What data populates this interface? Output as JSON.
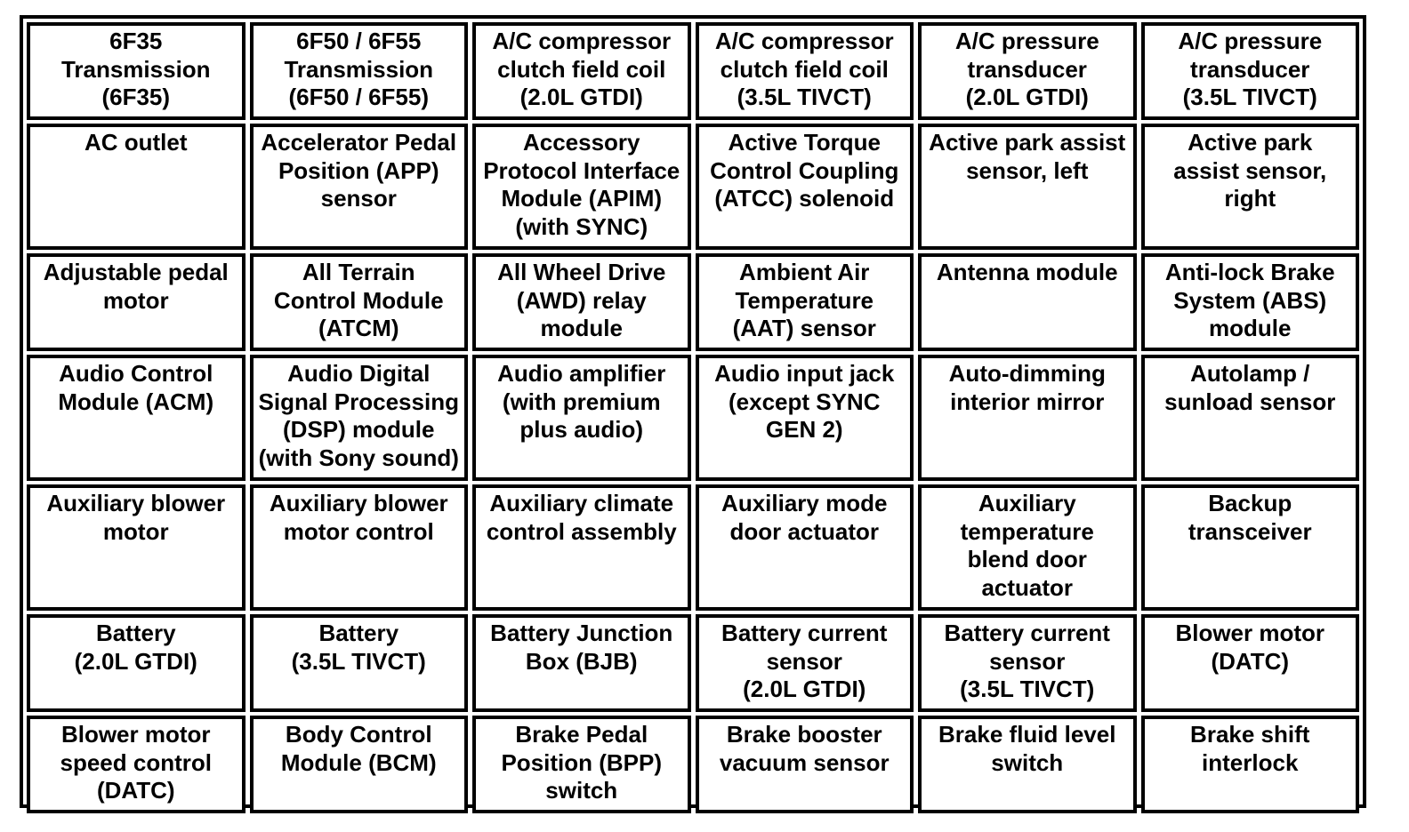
{
  "table": {
    "rows": [
      [
        "6F35\nTransmission\n(6F35)",
        "6F50 / 6F55\nTransmission\n(6F50 / 6F55)",
        "A/C compressor\nclutch field coil\n(2.0L GTDI)",
        "A/C compressor\nclutch field coil\n(3.5L TIVCT)",
        "A/C pressure\ntransducer\n(2.0L GTDI)",
        "A/C pressure\ntransducer\n(3.5L TIVCT)"
      ],
      [
        "AC outlet",
        "Accelerator Pedal\nPosition (APP)\nsensor",
        "Accessory\nProtocol Interface\nModule (APIM)\n(with SYNC)",
        "Active Torque\nControl Coupling\n(ATCC) solenoid",
        "Active park assist\nsensor, left",
        "Active park\nassist sensor,\nright"
      ],
      [
        "Adjustable pedal\nmotor",
        "All Terrain\nControl Module\n(ATCM)",
        "All Wheel Drive\n(AWD) relay\nmodule",
        "Ambient Air\nTemperature\n(AAT) sensor",
        "Antenna module",
        "Anti-lock Brake\nSystem (ABS)\nmodule"
      ],
      [
        "Audio Control\nModule (ACM)",
        "Audio Digital\nSignal Processing\n(DSP) module\n(with Sony sound)",
        "Audio amplifier\n(with premium\nplus audio)",
        "Audio input jack\n(except SYNC\nGEN 2)",
        "Auto-dimming\ninterior mirror",
        "Autolamp /\nsunload sensor"
      ],
      [
        "Auxiliary blower\nmotor",
        "Auxiliary blower\nmotor control",
        "Auxiliary climate\ncontrol assembly",
        "Auxiliary mode\ndoor actuator",
        "Auxiliary\ntemperature\nblend door\nactuator",
        "Backup\ntransceiver"
      ],
      [
        "Battery\n(2.0L GTDI)",
        "Battery\n(3.5L TIVCT)",
        "Battery Junction\nBox (BJB)",
        "Battery current\nsensor\n(2.0L GTDI)",
        "Battery current\nsensor\n(3.5L TIVCT)",
        "Blower motor\n(DATC)"
      ],
      [
        "Blower motor\nspeed control\n(DATC)",
        "Body Control\nModule (BCM)",
        "Brake Pedal\nPosition (BPP)\nswitch",
        "Brake booster\nvacuum sensor",
        "Brake fluid level\nswitch",
        "Brake shift\ninterlock"
      ]
    ]
  }
}
